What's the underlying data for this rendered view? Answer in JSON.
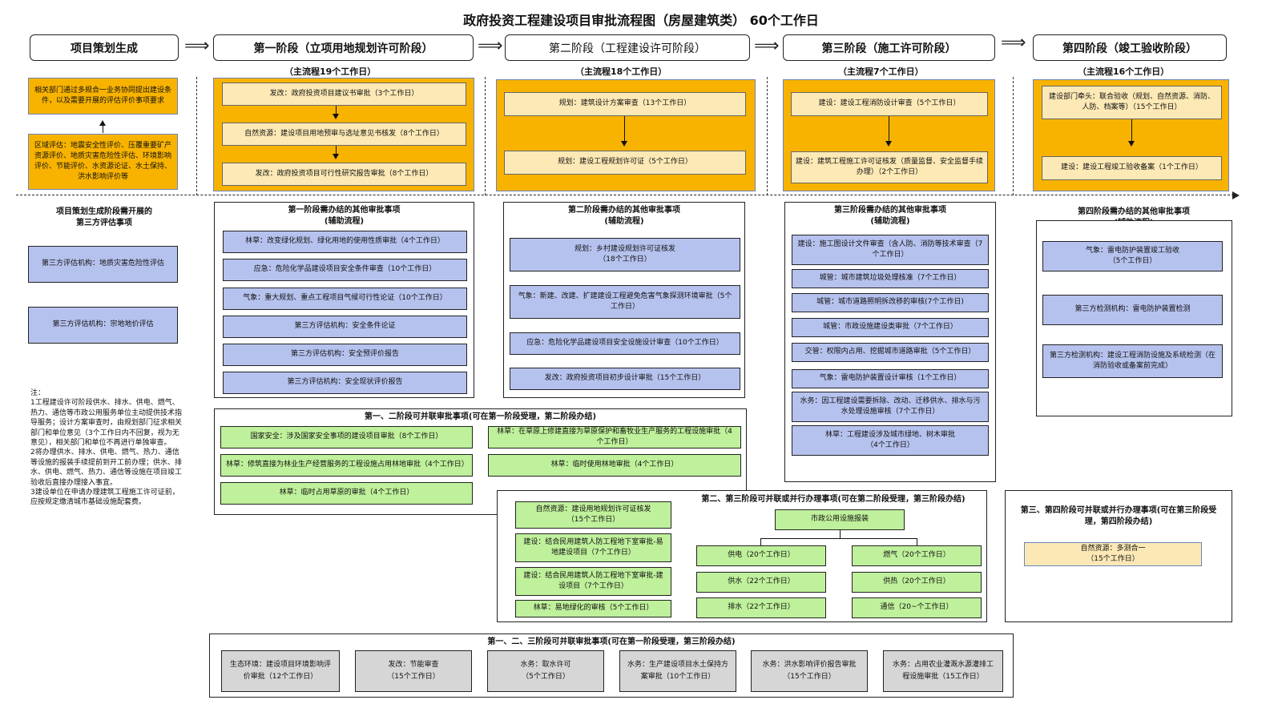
{
  "title": "政府投资工程建设项目审批流程图（房屋建筑类） 60个工作日",
  "stages": [
    {
      "label": "项目策划生成"
    },
    {
      "label": "第一阶段（立项用地规划许可阶段）",
      "main": "（主流程19个工作日）"
    },
    {
      "label": "第二阶段（工程建设许可阶段）",
      "main": "（主流程18个工作日）"
    },
    {
      "label": "第三阶段（施工许可阶段）",
      "main": "（主流程7个工作日）"
    },
    {
      "label": "第四阶段（竣工验收阶段）",
      "main": "（主流程16个工作日）"
    }
  ],
  "arrow": "⟹",
  "planning": {
    "top": "相关部门通过多规合一业务协同提出建设条件，以及需要开展的评估评价事项要求",
    "bottom": "区域评估：地震安全性评价、压覆重要矿产资源评价、地质灾害危险性评估、环境影响评价、节能评价、水资源论证、水土保持、洪水影响评价等",
    "third_title": "项目策划生成阶段需开展的\n第三方评估事项",
    "third_items": [
      "第三方评估机构：地质灾害危险性评估",
      "第三方评估机构：宗地地价评估"
    ]
  },
  "s1_main": [
    "发改：政府投资项目建议书审批（3个工作日）",
    "自然资源：建设项目用地预审与选址意见书核发（8个工作日）",
    "发改：政府投资项目可行性研究报告审批（8个工作日）"
  ],
  "s2_main": [
    "规划：建筑设计方案审查（13个工作日）",
    "规划：建设工程规划许可证（5个工作日）"
  ],
  "s3_main": [
    "建设：建设工程消防设计审查（5个工作日）",
    "建设：建筑工程施工许可证核发（质量监督、安全监督手续办理）（2个工作日）"
  ],
  "s4_main": [
    "建设部门牵头：联合验收（规划、自然资源、消防、人防、档案等）（15个工作日）",
    "建设：建设工程竣工验收备案（1个工作日）"
  ],
  "s1_aux": {
    "title": "第一阶段需办结的其他审批事项\n(辅助流程)",
    "items": [
      "林草：改变绿化规划、绿化用地的使用性质审批（4个工作日）",
      "应急：危险化学品建设项目安全条件审查（10个工作日）",
      "气象：重大规划、重点工程项目气候可行性论证（10个工作日）",
      "第三方评估机构：安全条件论证",
      "第三方评估机构：安全预评价报告",
      "第三方评估机构：安全现状评价报告"
    ]
  },
  "s2_aux": {
    "title": "第二阶段需办结的其他审批事项\n(辅助流程)",
    "items": [
      "规划：乡村建设规划许可证核发\n（18个工作日）",
      "气象：新建、改建、扩建建设工程避免危害气象探测环境审批（5个工作日）",
      "应急：危险化学品建设项目安全设施设计审查（10个工作日）",
      "发改：政府投资项目初步设计审批（15个工作日）"
    ]
  },
  "s3_aux": {
    "title": "第三阶段需办结的其他审批事项\n(辅助流程)",
    "items": [
      "建设：施工图设计文件审查（含人防、消防等技术审查（7个工作日）",
      "城管：城市建筑垃圾处理核准（7个工作日）",
      "城管：城市道路照明拆改移的审核(7个工作日)",
      "城管：市政设施建设类审批（7个工作日）",
      "交管：权限内占用、挖掘城市道路审批（5个工作日）",
      "气象：雷电防护装置设计审核（1个工作日）",
      "水务：因工程建设需要拆除、改动、迁移供水、排水与污水处理设施审核（7个工作日）",
      "林草：工程建设涉及城市绿地、树木审批\n（4个工作日）"
    ]
  },
  "s4_aux": {
    "title": "第四阶段需办结的其他审批事项\n(辅助流程)",
    "items": [
      "气象：雷电防护装置竣工验收\n（5个工作日）",
      "第三方检测机构：雷电防护装置检测",
      "第三方检测机构：建设工程消防设施及系统检测（在消防验收或备案前完成）"
    ]
  },
  "s12": {
    "title": "第一、二阶段可并联审批事项(可在第一阶段受理，第二阶段办结)",
    "items": [
      "国家安全：涉及国家安全事项的建设项目审批（8个工作日）",
      "林草：在草原上修建直接为草原保护和畜牧业生产服务的工程设施审批（4个工作日）",
      "林草：修筑直接为林业生产经营服务的工程设施占用林地审批（4个工作日）",
      "林草：临时使用林地审批（4个工作日）",
      "林草：临时占用草原的审批（4个工作日）"
    ]
  },
  "s23": {
    "title": "第二、第三阶段可并联或并行办理事项(可在第二阶段受理，第三阶段办结)",
    "left": [
      "自然资源：建设用地规划许可证核发\n（15个工作日）",
      "建设：结合民用建筑人防工程地下室审批-易地建设项目（7个工作日）",
      "建设：结合民用建筑人防工程地下室审批-建设项目（7个工作日）",
      "林草：易地绿化的审核（5个工作日）"
    ],
    "utility": "市政公用设施报装",
    "util_items": [
      "供电（20个工作日）",
      "燃气（20个工作日）",
      "供水（22个工作日）",
      "供热（20个工作日）",
      "排水（22个工作日）",
      "通信（20~个工作日）"
    ]
  },
  "s34": {
    "title": "第三、第四阶段可并联或并行办理事项(可在第三阶段受理，第四阶段办结)",
    "item": "自然资源：多测合一\n（15个工作日）"
  },
  "s123": {
    "title": "第一、二、三阶段可并联审批事项(可在第一阶段受理，第三阶段办结)",
    "items": [
      "生态环境：建设项目环境影响评价审批（12个工作日）",
      "发改：节能审查\n（15个工作日）",
      "水务：取水许可\n（5个工作日）",
      "水务：生产建设项目水土保持方案审批（10个工作日）",
      "水务：洪水影响评价报告审批（15个工作日）",
      "水务：占用农业灌溉水源灌排工程设施审批（15工作日）"
    ]
  },
  "notes": "注：\n1工程建设许可阶段供水、排水、供电、燃气、热力、通信等市政公用服务单位主动提供技术指导服务；设计方案审查时，由规划部门征求相关部门和单位意见（3个工作日内不回复，视为无意见），相关部门和单位不再进行单独审查。\n2将办理供水、排水、供电、燃气、热力、通信等设施的报装手续提前到开工前办理；供水、排水、供电、燃气、热力、通信等设施在项目竣工验收后直接办理接入事宜。\n3建设单位在申请办理建筑工程施工许可证前，应按规定缴清城市基础设施配套费。"
}
